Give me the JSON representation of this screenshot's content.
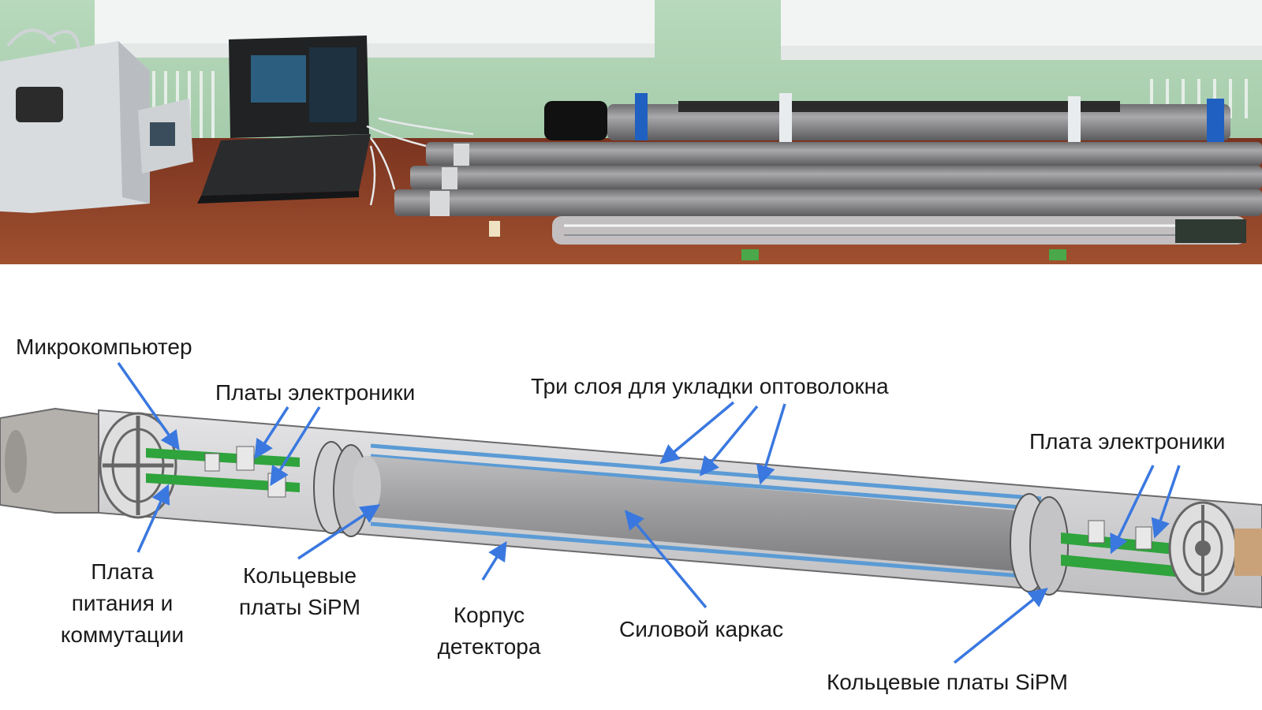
{
  "labels": {
    "microcomputer": "Микрокомпьютер",
    "electronics_boards": "Платы электроники",
    "fiber_layers": "Три слоя для укладки оптоволокна",
    "electronics_board": "Плата электроники",
    "power_board_line1": "Плата",
    "power_board_line2": "питания и",
    "power_board_line3": "коммутации",
    "ring_boards_left_line1": "Кольцевые",
    "ring_boards_left_line2": "платы SiPM",
    "housing_line1": "Корпус",
    "housing_line2": "детектора",
    "frame": "Силовой каркас",
    "ring_boards_right": "Кольцевые платы SiPM"
  },
  "colors": {
    "arrow": "#3a78e0",
    "wall": "#9fc6a4",
    "table": "#8a3f27",
    "tube": "#8d8d8f",
    "housing": "#d4d4d6",
    "frame": "#a8a8aa",
    "pcb": "#2fa33c",
    "fiber": "#5b9bd5"
  }
}
